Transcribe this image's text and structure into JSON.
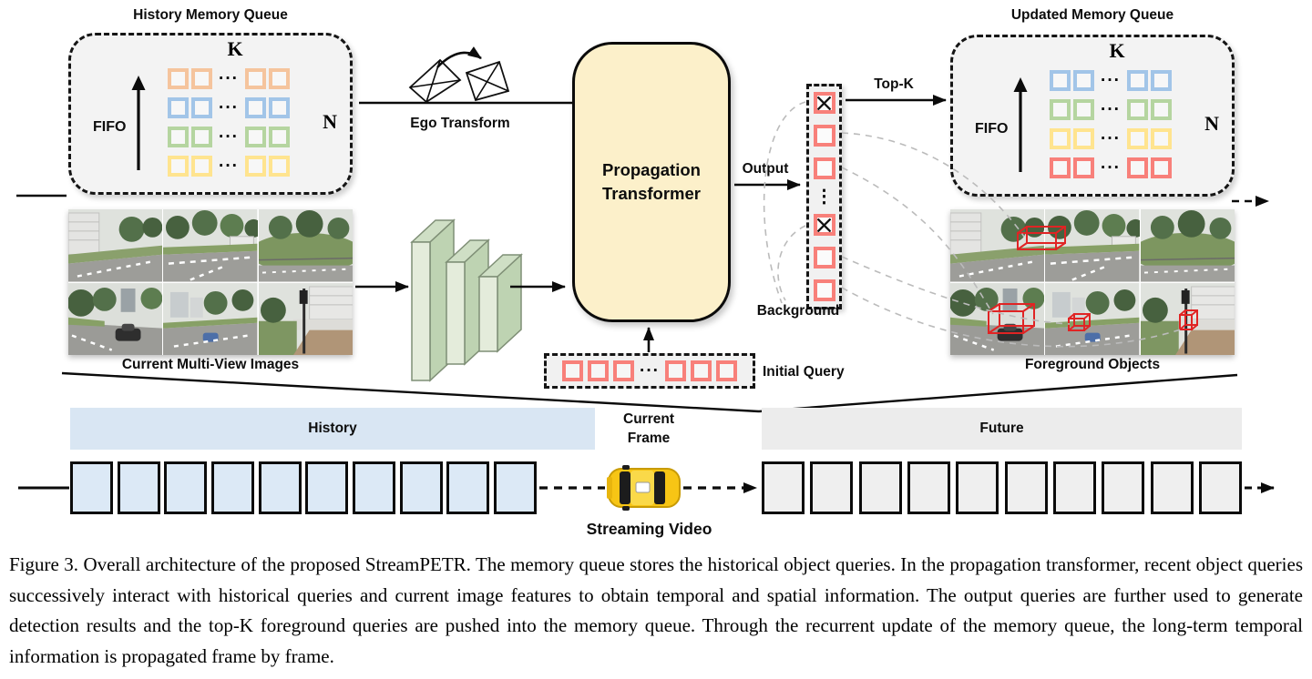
{
  "figure": {
    "history_queue": {
      "title": "History Memory Queue",
      "k_label": "K",
      "n_label": "N",
      "fifo_label": "FIFO",
      "row_colors": [
        "#f5c49d",
        "#a2c5e8",
        "#b5d5a0",
        "#ffe48f"
      ]
    },
    "updated_queue": {
      "title": "Updated Memory Queue",
      "k_label": "K",
      "n_label": "N",
      "fifo_label": "FIFO",
      "row_colors": [
        "#a2c5e8",
        "#b5d5a0",
        "#ffe48f",
        "#f8807a"
      ]
    },
    "ellipsis": "···",
    "vertical_ellipsis": "⋮",
    "ego_transform_label": "Ego Transform",
    "propagation_transformer_label": "Propagation\nTransformer",
    "output_label": "Output",
    "top_k_label": "Top-K",
    "background_label": "Background",
    "initial_query": {
      "label": "Initial Query",
      "square_color": "#f8807a",
      "left_count": 3,
      "right_count": 3
    },
    "output_column": {
      "items": [
        "x",
        "sq",
        "sq",
        "dots",
        "x",
        "sq",
        "sq"
      ],
      "square_color": "#f8807a"
    },
    "current_multiview_label": "Current Multi-View Images",
    "foreground_label": "Foreground Objects",
    "timeline": {
      "history_label": "History",
      "current_frame_label": "Current\nFrame",
      "future_label": "Future",
      "streaming_label": "Streaming Video",
      "history_frames": 10,
      "future_frames": 10,
      "history_banner_color": "#d9e6f3",
      "future_banner_color": "#ececec",
      "history_frame_color": "#dce9f6",
      "future_frame_color": "#efefef"
    },
    "colors": {
      "queue_bg": "#f3f3f3",
      "transformer_fill": "#fcf0ca",
      "query_red": "#f8807a",
      "detection_box_red": "#e02424"
    }
  },
  "caption": "Figure 3. Overall architecture of the proposed StreamPETR. The memory queue stores the historical object queries. In the propagation transformer, recent object queries successively interact with historical queries and current image features to obtain temporal and spatial information. The output queries are further used to generate detection results and the top-K foreground queries are pushed into the memory queue. Through the recurrent update of the memory queue, the long-term temporal information is propagated frame by frame."
}
